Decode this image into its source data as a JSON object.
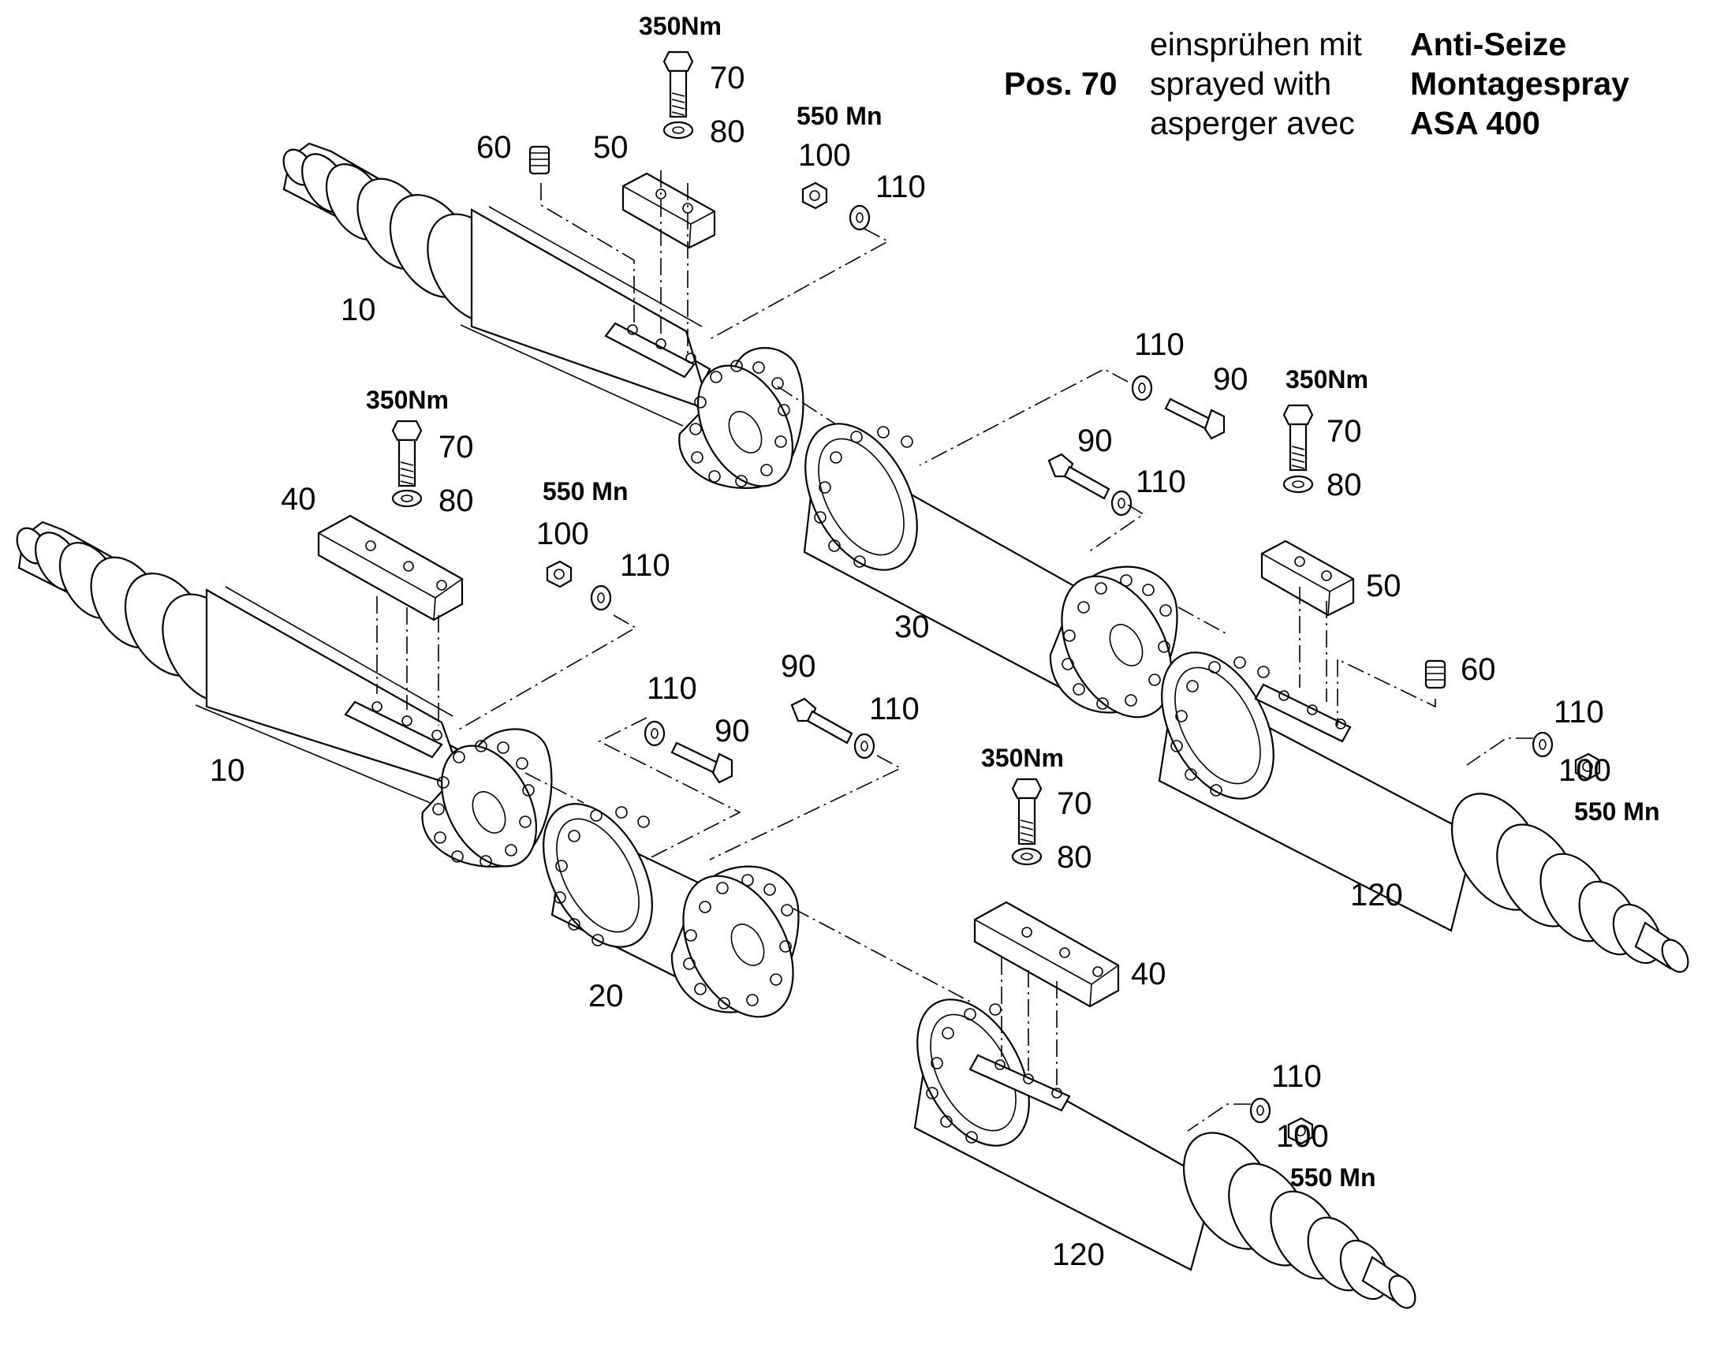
{
  "note": {
    "position_label": "Pos. 70",
    "lines": [
      "einsprühen mit",
      "sprayed with",
      "asperger avec"
    ],
    "products": [
      "Anti-Seize",
      "Montagespray",
      "ASA 400"
    ]
  },
  "callouts": {
    "shaft_10": "10",
    "drum_20": "20",
    "drum_30": "30",
    "clamp_40": "40",
    "clamp_50": "50",
    "pin_60": "60",
    "bolt_70": "70",
    "washer_80": "80",
    "screw_90": "90",
    "nut_100": "100",
    "washer_110": "110",
    "shaft_120": "120"
  },
  "torque": {
    "bolt": "350Nm",
    "nut": "550 Mn"
  },
  "colors": {
    "line": "#000000",
    "background": "#ffffff"
  }
}
